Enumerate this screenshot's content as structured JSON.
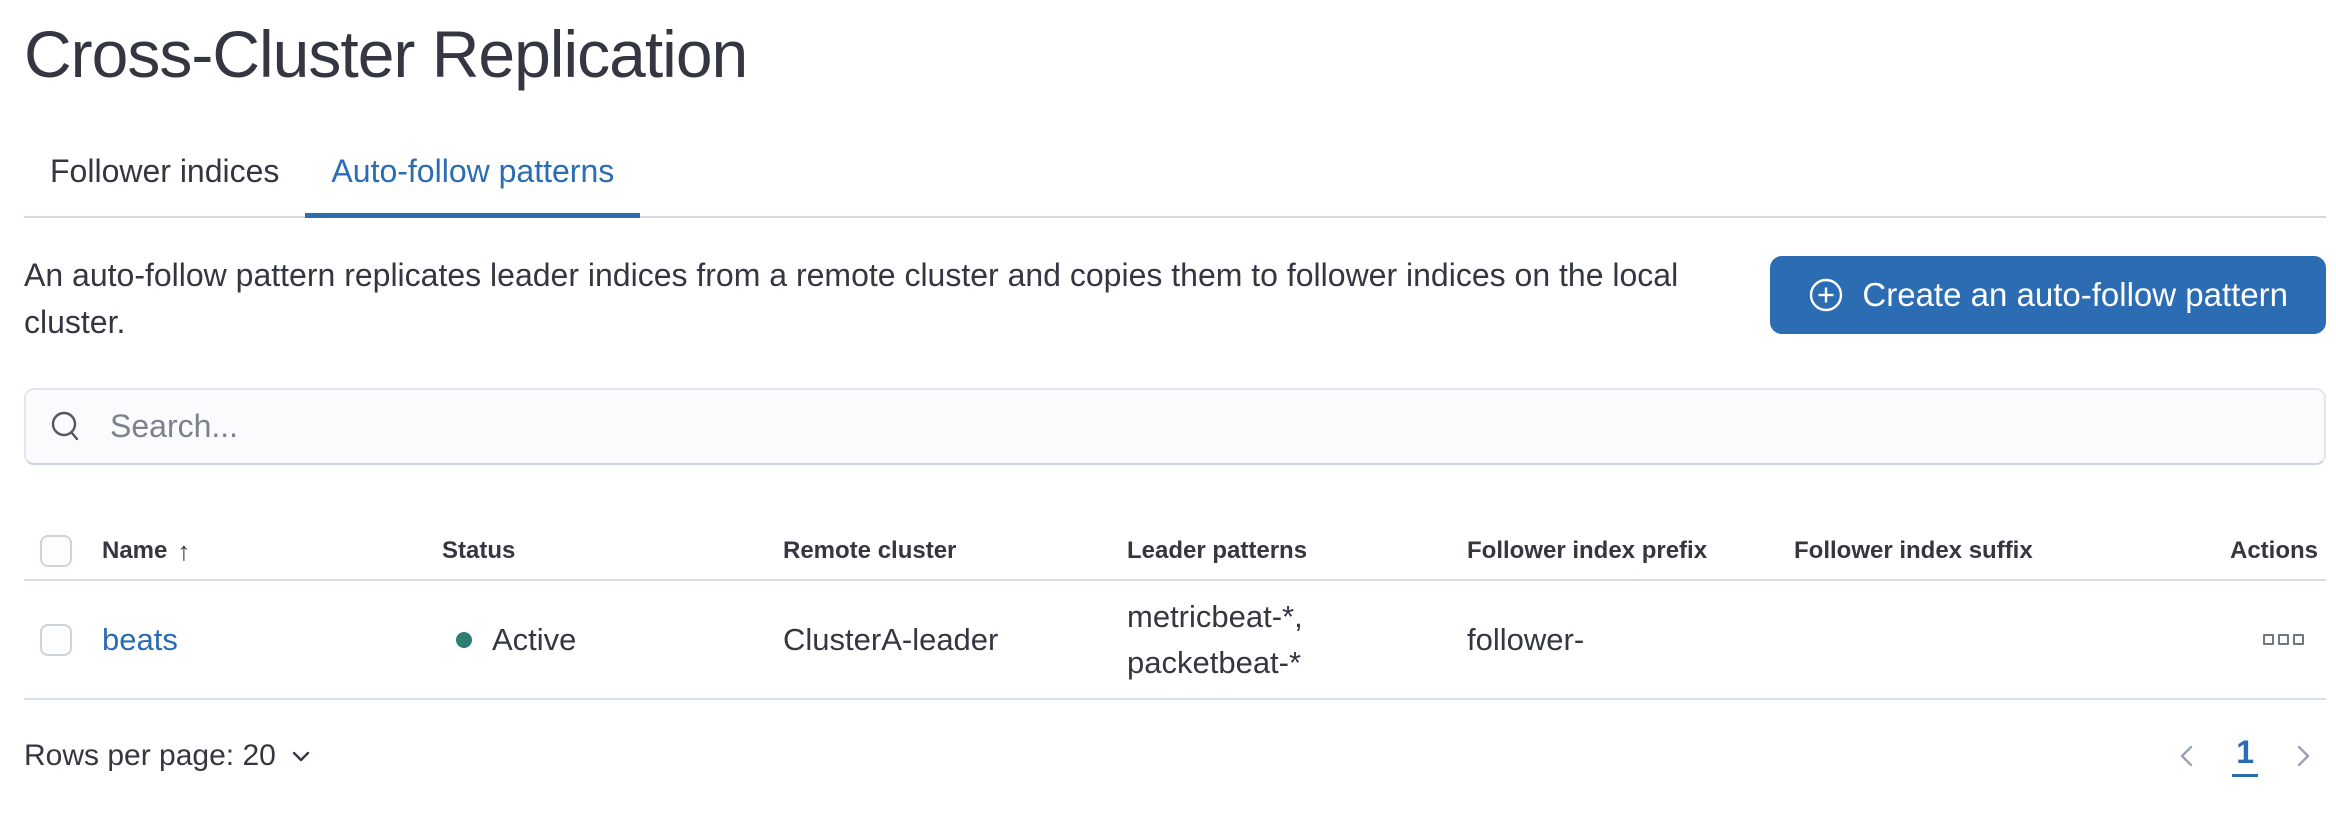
{
  "page_title": "Cross-Cluster Replication",
  "tabs": [
    {
      "label": "Follower indices",
      "active": false
    },
    {
      "label": "Auto-follow patterns",
      "active": true
    }
  ],
  "description": "An auto-follow pattern replicates leader indices from a remote cluster and copies them to follower indices on the local cluster.",
  "toolbar": {
    "create_button_label": "Create an auto-follow pattern"
  },
  "search": {
    "placeholder": "Search...",
    "value": ""
  },
  "table": {
    "headers": {
      "name": "Name",
      "status": "Status",
      "remote_cluster": "Remote cluster",
      "leader_patterns": "Leader patterns",
      "follower_index_prefix": "Follower index prefix",
      "follower_index_suffix": "Follower index suffix",
      "actions": "Actions"
    },
    "sort": {
      "column": "Name",
      "direction": "ascending",
      "icon": "↑"
    },
    "rows": [
      {
        "name": "beats",
        "status": "Active",
        "remote_cluster": "ClusterA-leader",
        "leader_patterns": "metricbeat-*, packetbeat-*",
        "follower_index_prefix": "follower-",
        "follower_index_suffix": ""
      }
    ]
  },
  "footer": {
    "rows_per_page": "Rows per page: 20",
    "current_page": "1"
  },
  "colors": {
    "primary": "#2b6cb3",
    "text": "#343741",
    "subdued": "#69707d",
    "divider": "#d3dae6",
    "status_active_dot": "#2e7d72"
  }
}
